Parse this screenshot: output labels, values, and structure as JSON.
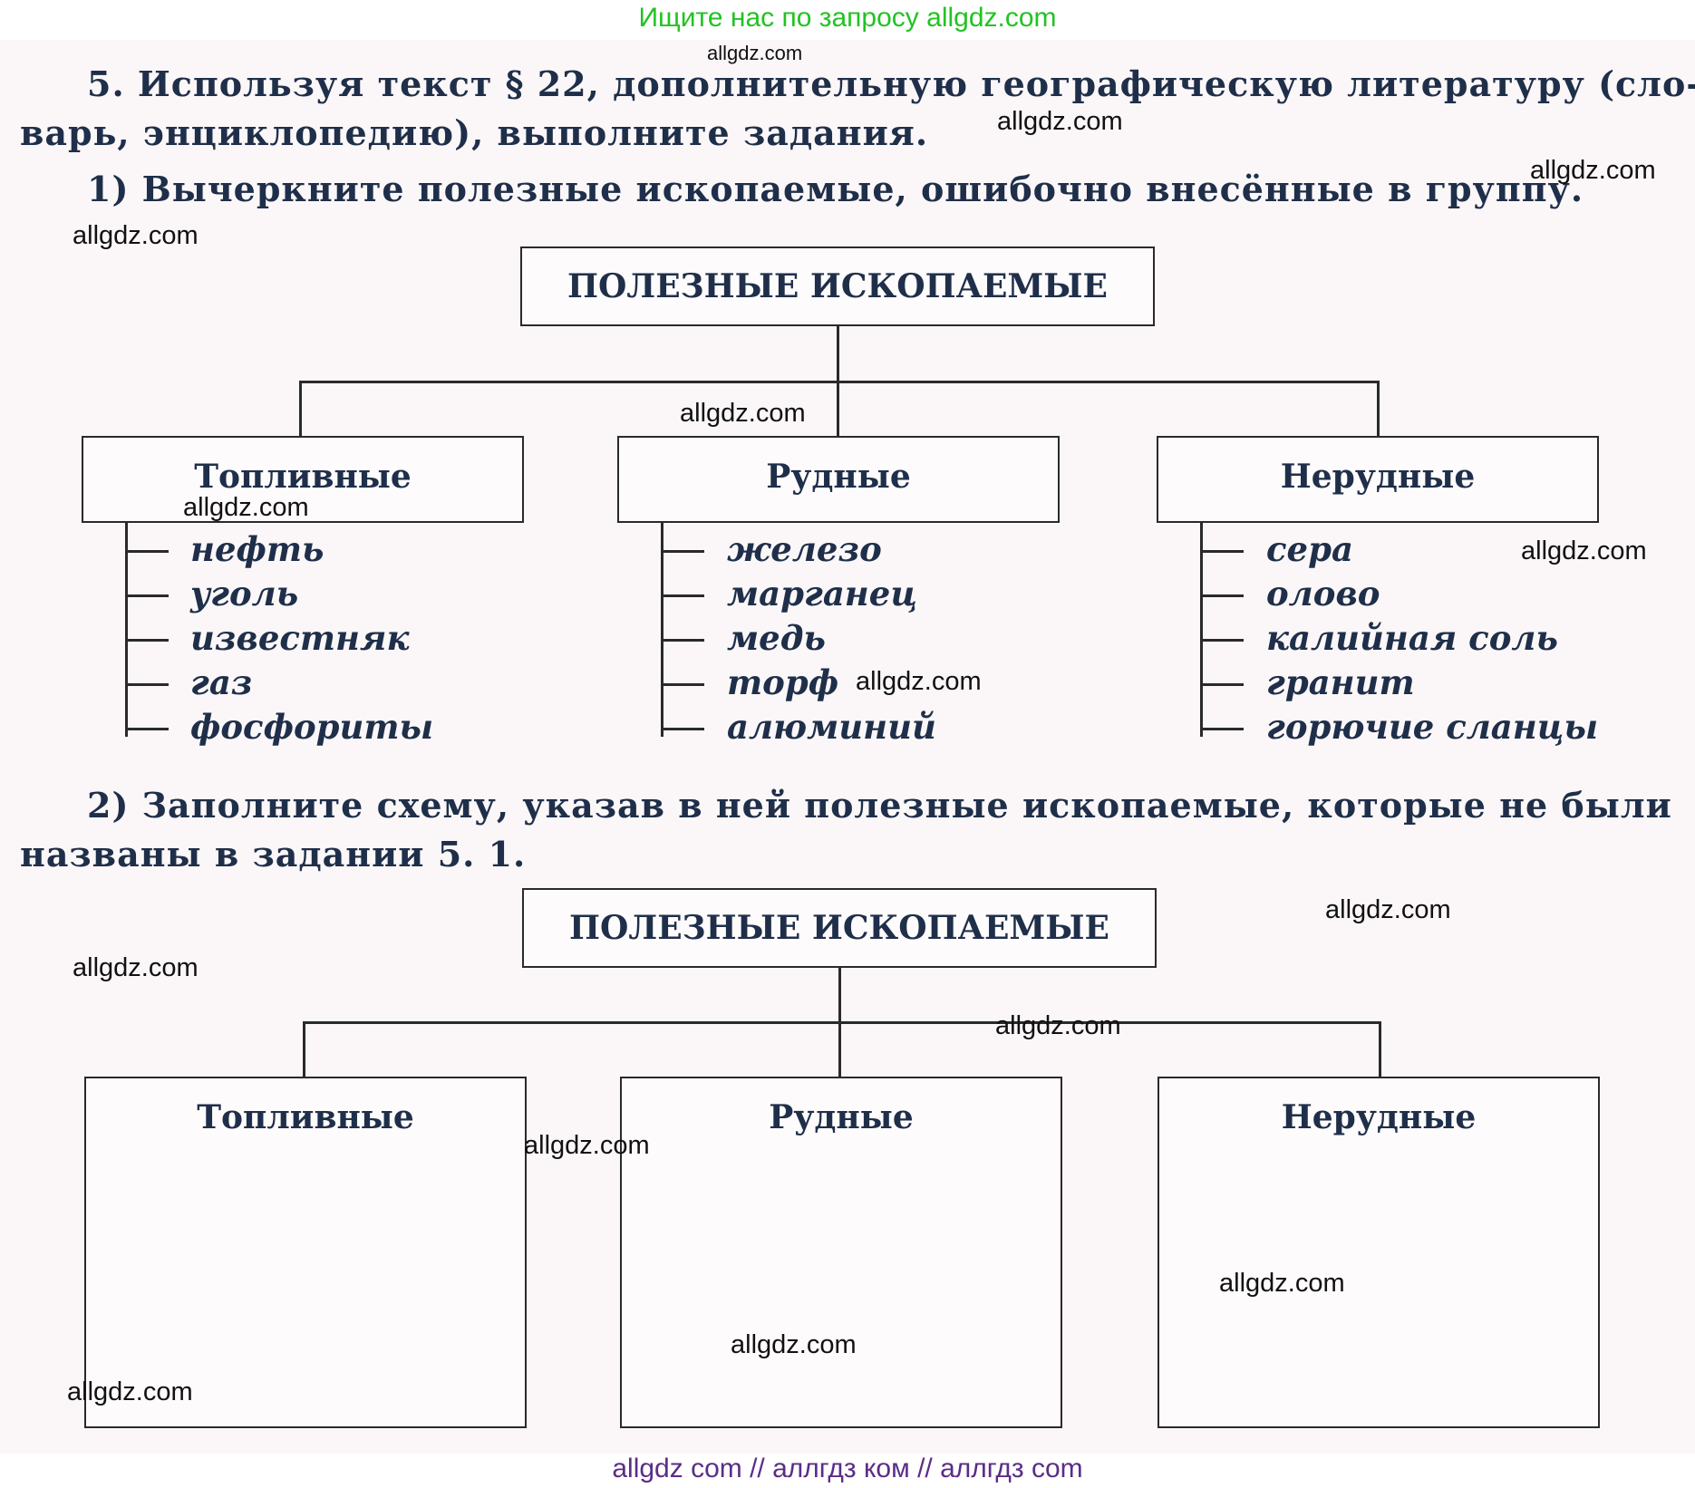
{
  "banner_top": "Ищите нас по запросу allgdz.com",
  "banner_bottom": "allgdz com  //  аллгдз ком  //  аллгдз com",
  "task": {
    "line1": "5. Используя текст § 22, дополнительную географическую литературу (сло-",
    "line2": "варь, энциклопедию), выполните задания.",
    "sub1": "1) Вычеркните полезные ископаемые, ошибочно внесённые в группу.",
    "sub2_line1": "2) Заполните схему, указав в ней полезные ископаемые, которые не были",
    "sub2_line2": "названы в задании 5. 1."
  },
  "diagram1": {
    "title": "ПОЛЕЗНЫЕ ИСКОПАЕМЫЕ",
    "categories": [
      {
        "name": "Топливные",
        "items": [
          "нефть",
          "уголь",
          "известняк",
          "газ",
          "фосфориты"
        ]
      },
      {
        "name": "Рудные",
        "items": [
          "железо",
          "марганец",
          "медь",
          "торф",
          "алюминий"
        ]
      },
      {
        "name": "Нерудные",
        "items": [
          "сера",
          "олово",
          "калийная соль",
          "гранит",
          "горючие сланцы"
        ]
      }
    ]
  },
  "diagram2": {
    "title": "ПОЛЕЗНЫЕ ИСКОПАЕМЫЕ",
    "categories": [
      {
        "name": "Топливные"
      },
      {
        "name": "Рудные"
      },
      {
        "name": "Нерудные"
      }
    ]
  },
  "watermark": "allgdz.com"
}
